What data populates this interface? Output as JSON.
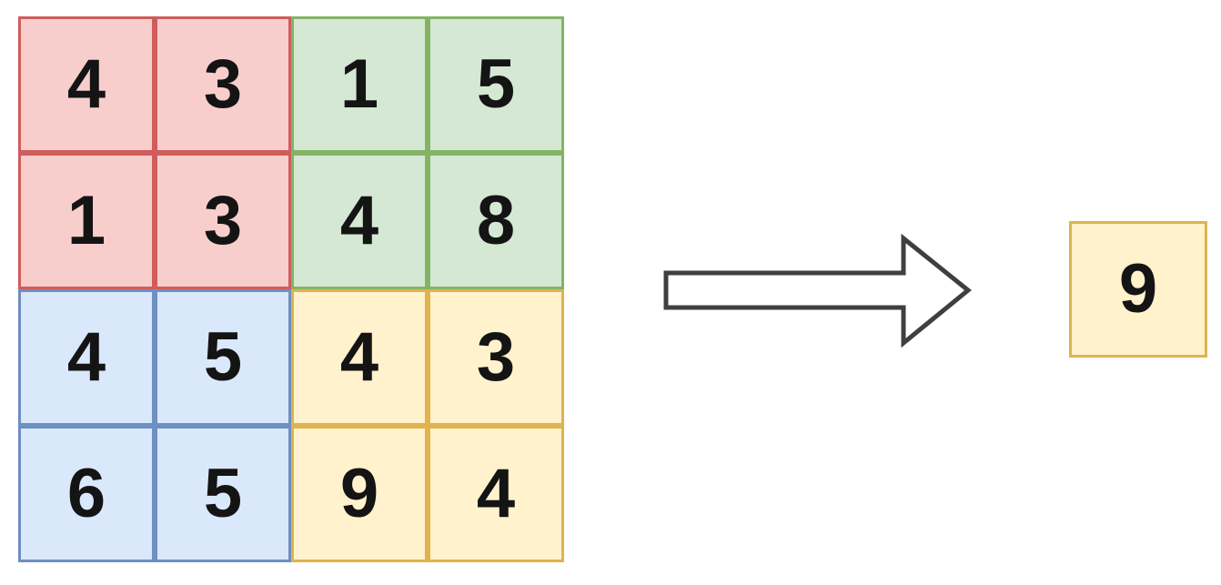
{
  "canvas": {
    "background": "#FFFFFF",
    "text_color": "#141414"
  },
  "grid": {
    "rows": [
      [
        "4",
        "3",
        "1",
        "5"
      ],
      [
        "1",
        "3",
        "4",
        "8"
      ],
      [
        "4",
        "5",
        "4",
        "3"
      ],
      [
        "6",
        "5",
        "9",
        "4"
      ]
    ],
    "quadrant_map": [
      [
        "red",
        "red",
        "green",
        "green"
      ],
      [
        "red",
        "red",
        "green",
        "green"
      ],
      [
        "blue",
        "blue",
        "yellow",
        "yellow"
      ],
      [
        "blue",
        "blue",
        "yellow",
        "yellow"
      ]
    ]
  },
  "quadrants": {
    "red": {
      "fill": "#F8CECC",
      "stroke": "#D05C5C"
    },
    "green": {
      "fill": "#D5E8D4",
      "stroke": "#83B466"
    },
    "blue": {
      "fill": "#DAE8FC",
      "stroke": "#6D8FC1"
    },
    "yellow": {
      "fill": "#FFF2CC",
      "stroke": "#DFB34E"
    }
  },
  "arrow": {
    "icon": "right-arrow",
    "fill": "#FFFFFF",
    "stroke": "#3F3F3F"
  },
  "output": {
    "value": "9",
    "fill": "#FFF2CC",
    "stroke": "#DFB34E"
  }
}
